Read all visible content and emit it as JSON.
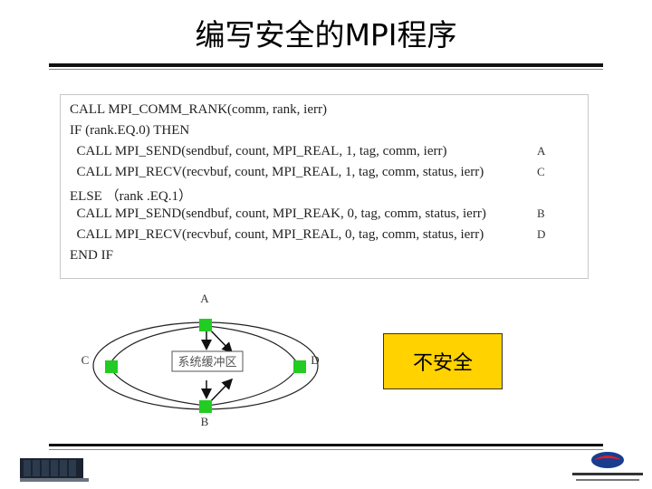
{
  "title": "编写安全的MPI程序",
  "code": {
    "lines": [
      "CALL MPI_COMM_RANK(comm, rank, ierr)",
      "IF (rank.EQ.0) THEN",
      "  CALL MPI_SEND(sendbuf, count, MPI_REAL, 1, tag, comm, ierr)",
      "  CALL MPI_RECV(recvbuf, count, MPI_REAL, 1, tag, comm, status, ierr)",
      "ELSE （rank .EQ.1）",
      "  CALL MPI_SEND(sendbuf, count, MPI_REAK, 0, tag, comm, status, ierr)",
      "  CALL MPI_RECV(recvbuf, count, MPI_REAL, 0, tag, comm, status, ierr)",
      "END IF"
    ],
    "markers": [
      "A",
      "C",
      "B",
      "D"
    ]
  },
  "diagram": {
    "label_a": "A",
    "label_b": "B",
    "label_c": "C",
    "label_d": "D",
    "buffer_label": "系统缓冲区",
    "node_color": "#22cc22"
  },
  "badge": {
    "text": "不安全",
    "color": "#ffd200"
  }
}
